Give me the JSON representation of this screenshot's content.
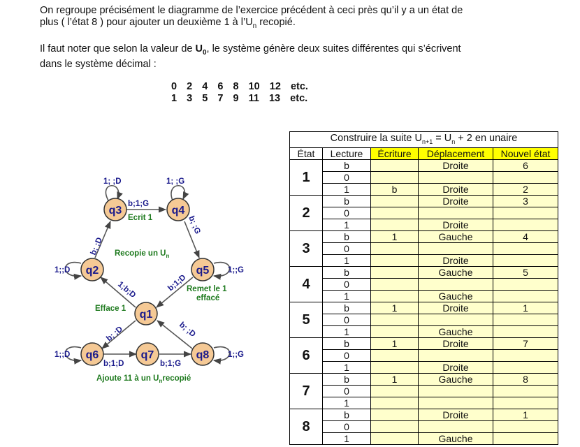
{
  "intro": {
    "para1_line1": "On regroupe précisément le diagramme de l’exercice précédent à ceci près qu’il y a un état de",
    "para1_line2_pre": "plus ( l’état 8 ) pour ajouter un deuxième 1 à l’U",
    "para1_line2_sub": "n",
    "para1_line2_post": " recopié.",
    "para2_line1_pre": "Il faut noter que selon la valeur de ",
    "para2_U": "U",
    "para2_sub": "0",
    "para2_line1_post": ", le système génère deux suites différentes qui s’écrivent",
    "para2_line2": "dans le système décimal :",
    "seq_even": "0  2  4  6  8  10  12  etc.",
    "seq_odd": "1  3  5  7  9  11  13  etc."
  },
  "diagram": {
    "states": [
      "q3",
      "q4",
      "q2",
      "q5",
      "q1",
      "q6",
      "q7",
      "q8"
    ],
    "loop_q3": "1; ;D",
    "loop_q4": "1; ;G",
    "loop_q2": "1;;D",
    "loop_q5": "1;;G",
    "loop_q6": "1;;D",
    "loop_q8": "1;;G",
    "edge_q3_q4": "b;1;G",
    "edge_q2_q3": "b; ;D",
    "edge_q4_q5": "b; ;G",
    "edge_q1_q2": "1;b;D",
    "edge_q5_q1": "b;1;D",
    "edge_q1_q6": "b; ;D",
    "edge_q8_q1": "b; ;D",
    "edge_q6_q7": "b;1;D",
    "edge_q7_q8": "b;1;G",
    "label_ecrit": "Ecrit 1",
    "label_recopie_pre": "Recopie un U",
    "label_recopie_sub": "n",
    "label_remet_1": "Remet le 1",
    "label_remet_2": "effacé",
    "label_efface": "Efface 1",
    "label_ajoute_pre": "Ajoute 11 à un U",
    "label_ajoute_sub": "n",
    "label_ajoute_post": "recopié",
    "colors": {
      "node_fill": "#f5c995",
      "node_stroke": "#333333",
      "green": "#1e7a1e",
      "blue": "#1a1a8c"
    }
  },
  "table": {
    "title_pre": "Construire la suite  U",
    "title_sub1": "n+1",
    "title_mid": " = U",
    "title_sub2": "n",
    "title_post": " + 2  en unaire",
    "headers": [
      "État",
      "Lecture",
      "Écriture",
      "Déplacement",
      "Nouvel état"
    ],
    "rows": [
      {
        "state": "1",
        "cells": [
          [
            "b",
            "",
            "Droite",
            "6"
          ],
          [
            "0",
            "",
            "",
            ""
          ],
          [
            "1",
            "b",
            "Droite",
            "2"
          ]
        ]
      },
      {
        "state": "2",
        "cells": [
          [
            "b",
            "",
            "Droite",
            "3"
          ],
          [
            "0",
            "",
            "",
            ""
          ],
          [
            "1",
            "",
            "Droite",
            ""
          ]
        ]
      },
      {
        "state": "3",
        "cells": [
          [
            "b",
            "1",
            "Gauche",
            "4"
          ],
          [
            "0",
            "",
            "",
            ""
          ],
          [
            "1",
            "",
            "Droite",
            ""
          ]
        ]
      },
      {
        "state": "4",
        "cells": [
          [
            "b",
            "",
            "Gauche",
            "5"
          ],
          [
            "0",
            "",
            "",
            ""
          ],
          [
            "1",
            "",
            "Gauche",
            ""
          ]
        ]
      },
      {
        "state": "5",
        "cells": [
          [
            "b",
            "1",
            "Droite",
            "1"
          ],
          [
            "0",
            "",
            "",
            ""
          ],
          [
            "1",
            "",
            "Gauche",
            ""
          ]
        ]
      },
      {
        "state": "6",
        "cells": [
          [
            "b",
            "1",
            "Droite",
            "7"
          ],
          [
            "0",
            "",
            "",
            ""
          ],
          [
            "1",
            "",
            "Droite",
            ""
          ]
        ]
      },
      {
        "state": "7",
        "cells": [
          [
            "b",
            "1",
            "Gauche",
            "8"
          ],
          [
            "0",
            "",
            "",
            ""
          ],
          [
            "1",
            "",
            "",
            ""
          ]
        ]
      },
      {
        "state": "8",
        "cells": [
          [
            "b",
            "",
            "Droite",
            "1"
          ],
          [
            "0",
            "",
            "",
            ""
          ],
          [
            "1",
            "",
            "Gauche",
            ""
          ]
        ]
      }
    ],
    "colors": {
      "header_yellow": "#ffff00",
      "cell_cream": "#ffffcc"
    }
  }
}
